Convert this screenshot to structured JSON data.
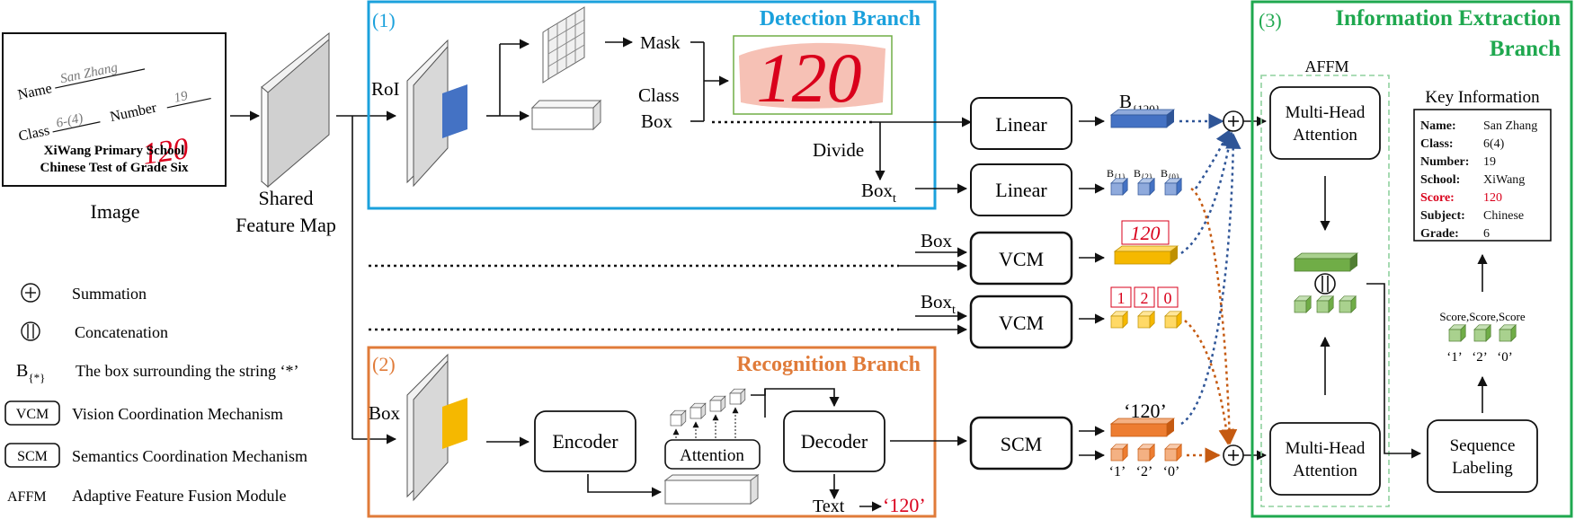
{
  "image": {
    "doc": {
      "name_label": "Name",
      "name_value": "San Zhang",
      "class_label": "Class",
      "class_value": "6-(4)",
      "number_label": "Number",
      "number_value": "19",
      "score": "120",
      "school_line": "XiWang Primary School",
      "test_line": "Chinese Test of Grade Six"
    },
    "caption": "Image"
  },
  "shared": {
    "line1": "Shared",
    "line2": "Feature Map"
  },
  "detection": {
    "number": "(1)",
    "title": "Detection Branch",
    "roi": "RoI",
    "mask": "Mask",
    "class_label": "Class",
    "box_label": "Box",
    "divide": "Divide",
    "box_t": "Box",
    "box_t_sub": "t",
    "crop_text": "120"
  },
  "middle": {
    "linear1": "Linear",
    "linear2": "Linear",
    "vcm1": "VCM",
    "vcm2": "VCM",
    "scm": "SCM",
    "box_in": "Box",
    "boxt_in": "Box",
    "boxt_in_sub": "t",
    "b120": "B",
    "b120_sub": "{120}",
    "b1": "B",
    "b1_sub": "{1}",
    "b2": "B",
    "b2_sub": "{2}",
    "b0": "B",
    "b0_sub": "{0}",
    "vcm_crop": "120",
    "vcm_chars": [
      "1",
      "2",
      "0"
    ],
    "scm_str": "‘120’",
    "scm_chars": [
      "‘1’",
      "‘2’",
      "‘0’"
    ]
  },
  "recognition": {
    "number": "(2)",
    "title": "Recognition Branch",
    "box": "Box",
    "encoder": "Encoder",
    "attention": "Attention",
    "decoder": "Decoder",
    "text": "Text",
    "output": "‘120’"
  },
  "extraction": {
    "number": "(3)",
    "title1": "Information Extraction",
    "title2": "Branch",
    "affm": "AFFM",
    "mha1_l1": "Multi-Head",
    "mha1_l2": "Attention",
    "mha2_l1": "Multi-Head",
    "mha2_l2": "Attention",
    "seq_l1": "Sequence",
    "seq_l2": "Labeling",
    "scores_label": "Score,Score,Score",
    "score_chars": [
      "‘1’",
      "‘2’",
      "‘0’"
    ],
    "key_info_title": "Key Information",
    "key_info": [
      {
        "k": "Name:",
        "v": "San Zhang"
      },
      {
        "k": "Class:",
        "v": "6(4)"
      },
      {
        "k": "Number:",
        "v": "19"
      },
      {
        "k": "School:",
        "v": "XiWang"
      },
      {
        "k": "Score:",
        "v": "120",
        "highlight": true
      },
      {
        "k": "Subject:",
        "v": "Chinese"
      },
      {
        "k": "Grade:",
        "v": "6"
      }
    ]
  },
  "legend": {
    "summation": "Summation",
    "concatenation": "Concatenation",
    "b_sym": "B",
    "b_sub": "{*}",
    "b_desc": "The box surrounding the string ‘*’",
    "vcm_abbr": "VCM",
    "vcm_desc": "Vision Coordination Mechanism",
    "scm_abbr": "SCM",
    "scm_desc": "Semantics Coordination Mechanism",
    "affm_abbr": "AFFM",
    "affm_desc": "Adaptive Feature Fusion Module"
  },
  "colors": {
    "detection_border": "#1ba1dc",
    "recognition_border": "#e07b39",
    "extraction_border": "#1fa84f",
    "blue_feature": "#4472c4",
    "yellow_feature": "#f5b800",
    "orange_feature": "#ed7d31",
    "green_feature": "#70ad47",
    "light_green": "#a9d18e",
    "red_text": "#d9001b"
  }
}
